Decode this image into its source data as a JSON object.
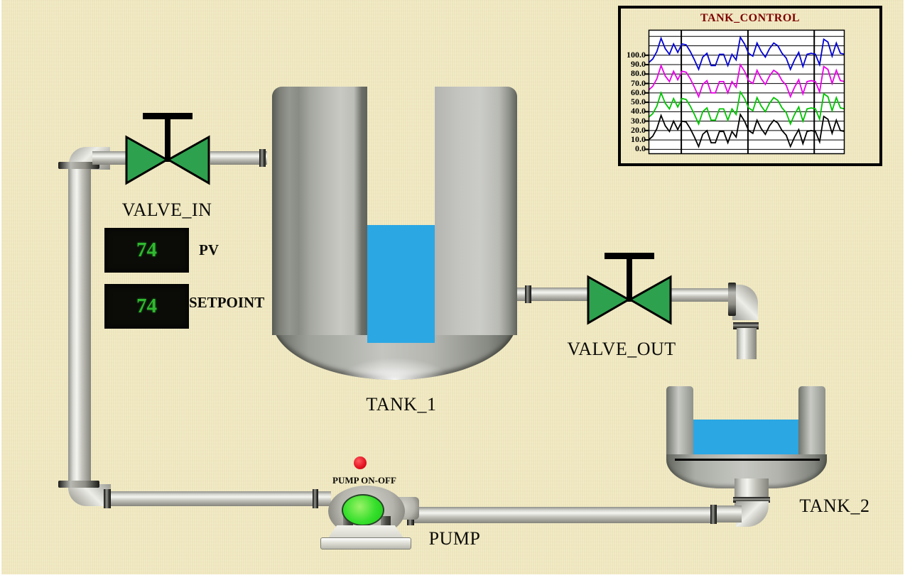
{
  "labels": {
    "valve_in": "VALVE_IN",
    "valve_out": "VALVE_OUT",
    "tank_1": "TANK_1",
    "tank_2": "TANK_2",
    "pump": "PUMP",
    "pump_on_off": "PUMP ON-OFF",
    "pv": "PV",
    "setpoint": "SETPOINT"
  },
  "displays": {
    "pv_value": "74",
    "setpoint_value": "74"
  },
  "colors": {
    "background": "#F1EAC1",
    "digit_green": "#2FB92F",
    "valve_green": "#2EA14E",
    "pump_running_green": "#35DF2B",
    "pump_button_red": "#E3101F",
    "liquid_blue": "#2BA7E4",
    "trend_title_maroon": "#7D0000"
  },
  "tanks": {
    "tank1_level_percent": 47,
    "tank2_level_percent": 52
  },
  "chart_data": {
    "type": "line",
    "title": "TANK_CONTROL",
    "xlabel": "",
    "ylabel": "",
    "ylim": [
      0,
      100
    ],
    "tick_step": 10,
    "tick_decimals": 1,
    "grid": true,
    "legend_position": "none",
    "x_gridline_fractions": [
      0.167,
      0.507,
      0.845
    ],
    "series": [
      {
        "name": "blue-trend",
        "color": "#0000D6",
        "values": [
          92,
          96,
          104,
          118,
          107,
          101,
          112,
          103,
          112,
          111,
          104,
          95,
          85,
          98,
          102,
          89,
          89,
          101,
          101,
          89,
          101,
          95,
          119,
          112,
          102,
          99,
          113,
          104,
          98,
          107,
          113,
          110,
          102,
          97,
          85,
          95,
          103,
          88,
          101,
          102,
          101,
          90,
          117,
          114,
          99,
          113,
          102,
          101
        ]
      },
      {
        "name": "magenta-trend",
        "color": "#E800E8",
        "values": [
          63,
          67,
          75,
          89,
          78,
          72,
          83,
          74,
          83,
          82,
          75,
          66,
          56,
          69,
          73,
          60,
          60,
          72,
          72,
          60,
          72,
          66,
          90,
          83,
          73,
          70,
          84,
          75,
          69,
          78,
          84,
          81,
          73,
          68,
          56,
          66,
          74,
          59,
          72,
          73,
          72,
          61,
          88,
          85,
          70,
          84,
          73,
          72
        ]
      },
      {
        "name": "green-trend",
        "color": "#00C400",
        "values": [
          34,
          38,
          46,
          60,
          49,
          43,
          54,
          45,
          54,
          53,
          46,
          37,
          27,
          40,
          44,
          31,
          31,
          43,
          43,
          31,
          43,
          37,
          61,
          54,
          44,
          41,
          55,
          46,
          40,
          49,
          55,
          52,
          44,
          39,
          27,
          37,
          45,
          30,
          43,
          44,
          43,
          32,
          59,
          56,
          41,
          55,
          44,
          43
        ]
      },
      {
        "name": "black-trend",
        "color": "#000000",
        "values": [
          10,
          14,
          22,
          36,
          25,
          19,
          30,
          21,
          30,
          29,
          22,
          13,
          3,
          16,
          20,
          7,
          7,
          19,
          19,
          7,
          19,
          13,
          37,
          30,
          20,
          17,
          31,
          22,
          16,
          25,
          31,
          28,
          20,
          15,
          3,
          13,
          21,
          6,
          19,
          20,
          19,
          8,
          35,
          32,
          17,
          31,
          20,
          19
        ]
      }
    ]
  }
}
